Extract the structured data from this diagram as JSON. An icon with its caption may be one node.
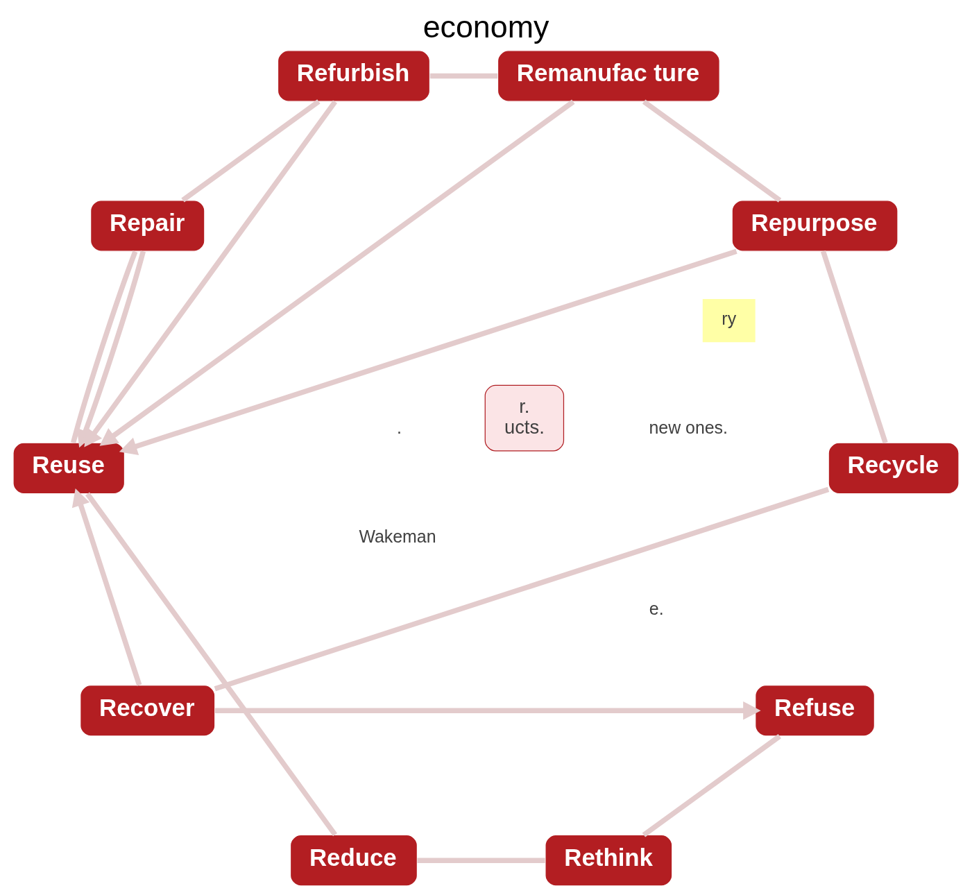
{
  "diagram": {
    "title": "economy",
    "nodes": [
      {
        "text": [
          "r.",
          "ucts."
        ]
      },
      {
        "text": [
          "Refuse"
        ]
      },
      {
        "text": [
          "Rethink"
        ]
      },
      {
        "text": [
          "Reduce"
        ]
      },
      {
        "text": [
          "Reuse"
        ]
      },
      {
        "text": [
          "Repair"
        ]
      },
      {
        "text": [
          "Refurbish"
        ]
      },
      {
        "text": [
          "Remanufac ture"
        ]
      },
      {
        "text": [
          "Repurpose"
        ]
      },
      {
        "text": [
          "Recycle"
        ]
      },
      {
        "text": [
          "Recover"
        ]
      }
    ],
    "edges": [
      {
        "from": 1,
        "to": 2,
        "arrow": "none"
      },
      {
        "from": 2,
        "to": 3,
        "arrow": "none"
      },
      {
        "from": 3,
        "to": 4,
        "arrow": "none"
      },
      {
        "from": 4,
        "to": 5,
        "arrow": "none"
      },
      {
        "from": 5,
        "to": 6,
        "arrow": "none"
      },
      {
        "from": 6,
        "to": 7,
        "arrow": "none"
      },
      {
        "from": 7,
        "to": 8,
        "arrow": "none"
      },
      {
        "from": 8,
        "to": 9,
        "arrow": "none"
      },
      {
        "from": 9,
        "to": 10,
        "arrow": "none"
      },
      {
        "from": 10,
        "to": 1,
        "arrow": "to"
      },
      {
        "from": 10,
        "to": 4,
        "arrow": "to"
      },
      {
        "from": 8,
        "to": 4,
        "arrow": "to"
      },
      {
        "from": 7,
        "to": 4,
        "arrow": "to"
      },
      {
        "from": 6,
        "to": 4,
        "arrow": "to"
      },
      {
        "from": 5,
        "to": 4,
        "arrow": "to"
      }
    ],
    "labels": [
      ".",
      "new ones.",
      "e.",
      "ry",
      "Wakeman"
    ]
  }
}
